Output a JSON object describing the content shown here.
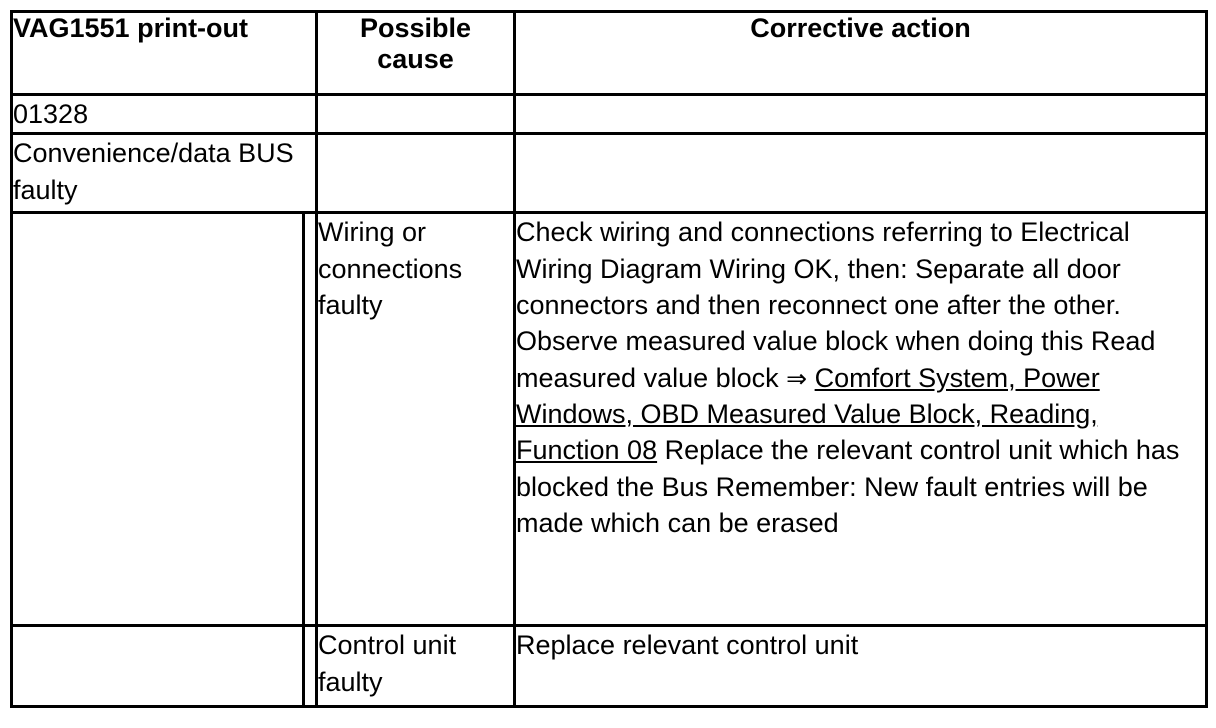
{
  "document": {
    "type": "fault-code-table",
    "background_color": "#ffffff",
    "text_color": "#000000",
    "border_color": "#000000"
  },
  "table": {
    "headers": {
      "printout": "VAG1551 print-out",
      "cause": "Possible\ncause",
      "action": "Corrective action"
    },
    "rows": [
      {
        "id": "fault-code",
        "printout": "01328",
        "cause": "",
        "action": ""
      },
      {
        "id": "fault-description",
        "printout": "Convenience/data BUS faulty",
        "cause": "",
        "action": ""
      },
      {
        "id": "wiring-faulty",
        "printout": "",
        "cause": "Wiring or connections faulty",
        "action_parts": {
          "before": "Check wiring and connections referring to Electrical Wiring Diagram Wiring OK, then: Separate all door connectors and then reconnect one after the other. Observe measured value block when doing this Read measured value block ",
          "arrow": "⇒",
          "link": "Comfort System, Power Windows, OBD Measured Value Block, Reading, Function 08",
          "after": " Replace the relevant control unit which has blocked the Bus Remember: New fault entries will be made which can be erased"
        }
      },
      {
        "id": "control-unit-faulty",
        "printout": "",
        "cause": "Control unit faulty",
        "action": "Replace relevant control unit"
      }
    ]
  }
}
